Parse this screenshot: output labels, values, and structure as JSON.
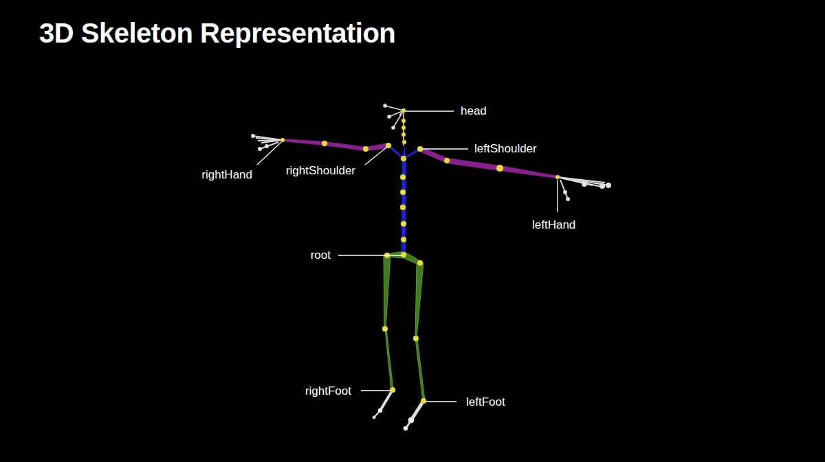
{
  "diagram": {
    "title": "3D Skeleton Representation",
    "labels": [
      "head",
      "leftShoulder",
      "rightHand",
      "rightShoulder",
      "root",
      "leftHand",
      "rightFoot",
      "leftFoot"
    ]
  }
}
